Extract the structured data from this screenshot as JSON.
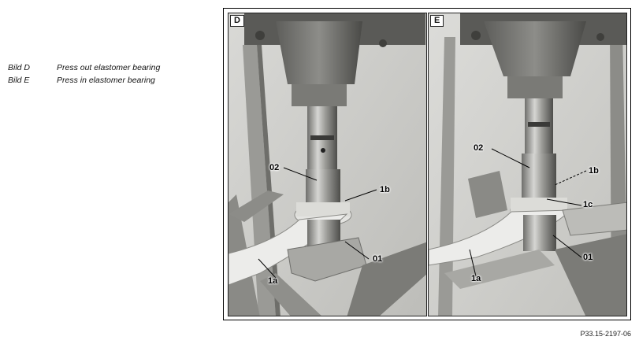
{
  "captions": [
    {
      "key": "Bild D",
      "text": "Press out elastomer bearing"
    },
    {
      "key": "Bild E",
      "text": "Press in elastomer bearing"
    }
  ],
  "panels": {
    "d": {
      "letter": "D",
      "callouts": {
        "c02": "02",
        "c1b": "1b",
        "c01": "01",
        "c1a": "1a"
      }
    },
    "e": {
      "letter": "E",
      "callouts": {
        "c02": "02",
        "c1b": "1b",
        "c1c": "1c",
        "c01": "01",
        "c1a": "1a"
      }
    }
  },
  "doc_reference": "P33.15-2197-06"
}
